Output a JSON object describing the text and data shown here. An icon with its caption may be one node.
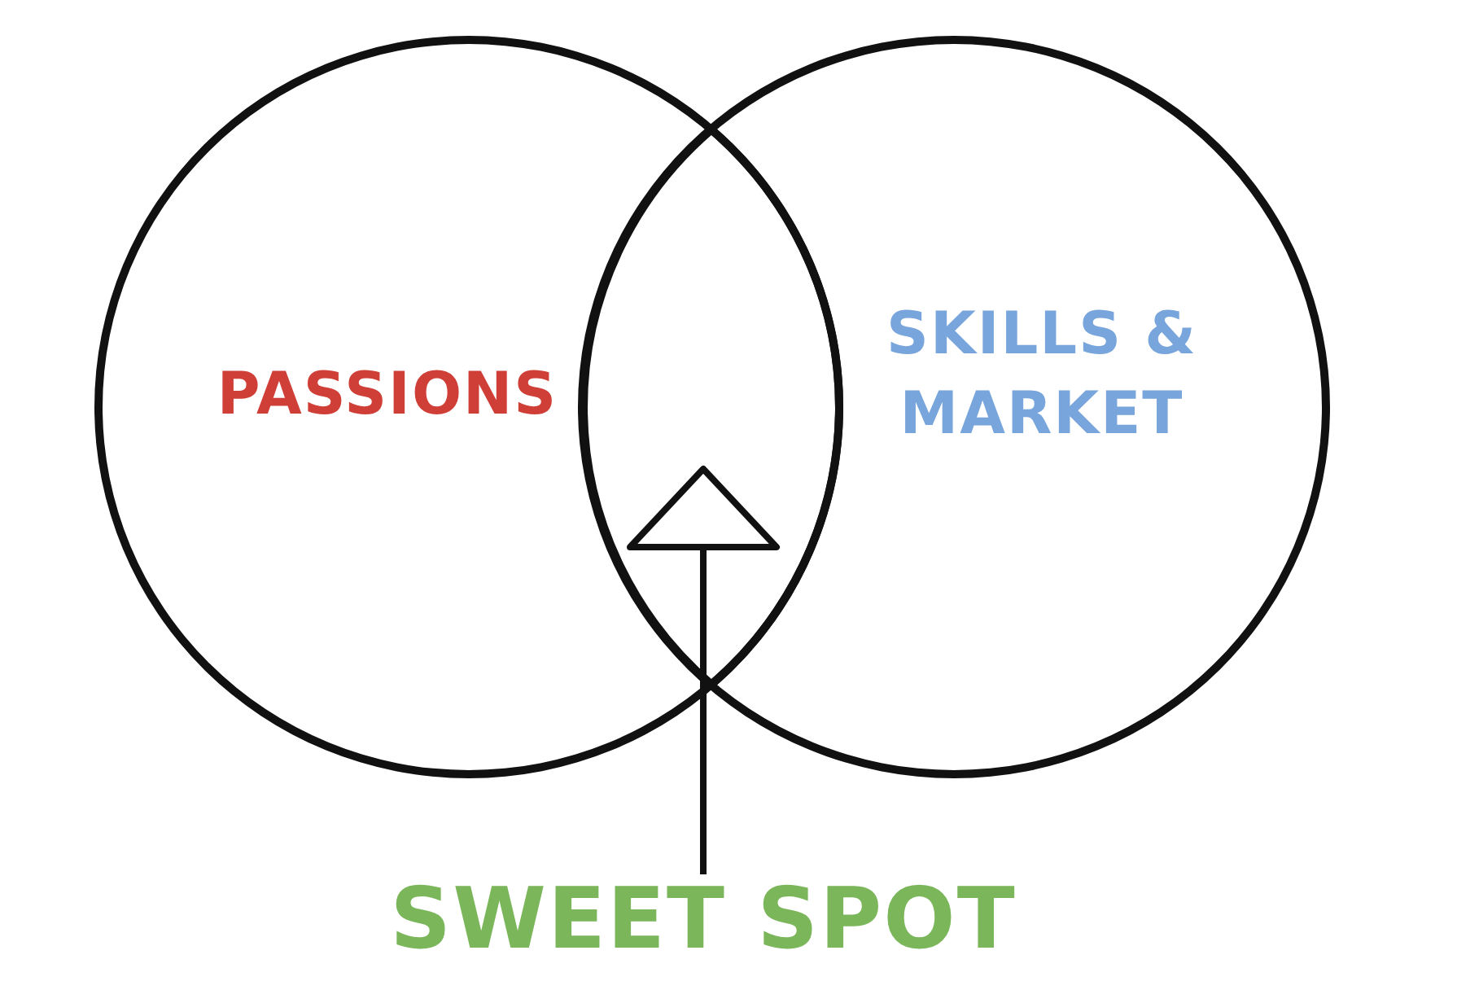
{
  "diagram": {
    "nodes": [
      {
        "text": [
          "PASSIONS"
        ]
      },
      {
        "text": [
          "SKILLS & MARKET"
        ]
      },
      {
        "text": [
          "SWEET SPOT"
        ]
      },
      {
        "text": [],
        "shape": "lens"
      }
    ],
    "edges": [
      {
        "from": 2,
        "to": 3,
        "arrow": "to"
      }
    ]
  }
}
